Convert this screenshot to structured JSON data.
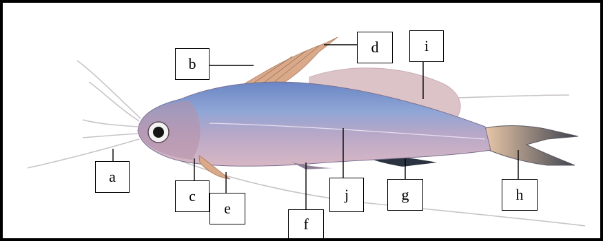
{
  "labels": {
    "a": "a",
    "b": "b",
    "c": "c",
    "d": "d",
    "e": "e",
    "f": "f",
    "g": "g",
    "h": "h",
    "i": "i",
    "j": "j"
  },
  "colors": {
    "border": "#000000",
    "body_blue": "#4a6fb3",
    "body_pink": "#c9a4b4",
    "fin_peach": "#d9a98a",
    "fin_dark": "#2c3340",
    "adipose_fin": "#dcc3c8"
  }
}
